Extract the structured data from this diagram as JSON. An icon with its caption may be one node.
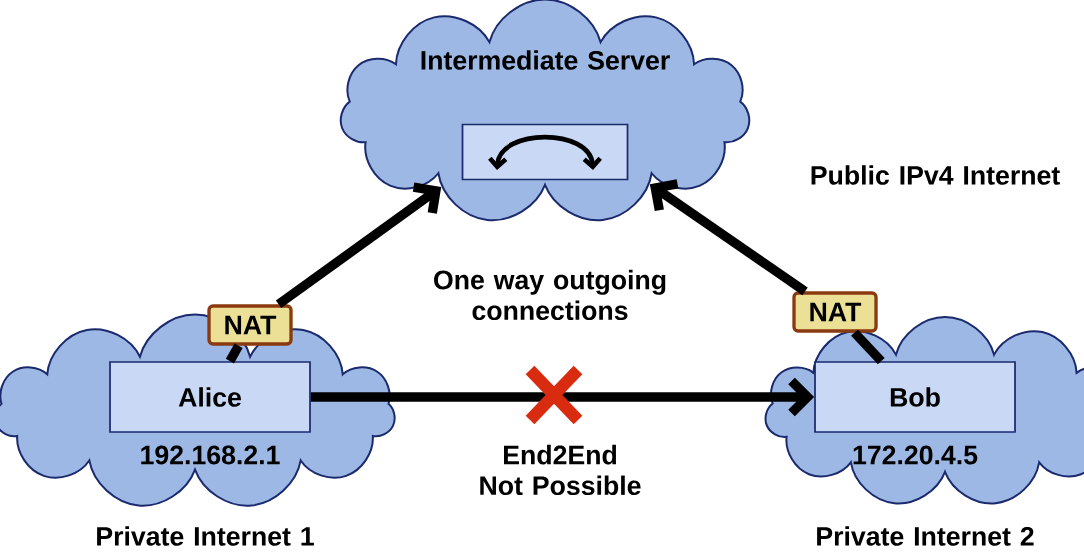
{
  "diagram": {
    "nodes": [
      {
        "text": [
          "Intermediate Server"
        ]
      },
      {
        "text": [],
        "shape": "box",
        "in": 0
      },
      {
        "text": [
          "192.168.2.1",
          "Private Internet 1"
        ]
      },
      {
        "text": [
          "Alice"
        ],
        "in": 2
      },
      {
        "text": [
          "NAT"
        ]
      },
      {
        "text": [
          "172.20.4.5",
          "Private Internet 2"
        ]
      },
      {
        "text": [
          "Bob"
        ],
        "in": 5
      },
      {
        "text": [
          "NAT"
        ]
      }
    ],
    "edges": [
      {
        "from": 3,
        "to": 4,
        "arrow": "none"
      },
      {
        "from": 4,
        "to": 0,
        "arrow": "to"
      },
      {
        "from": 6,
        "to": 7,
        "arrow": "none"
      },
      {
        "from": 7,
        "to": 0,
        "arrow": "to"
      },
      {
        "from": 3,
        "to": 6,
        "arrow": "to",
        "label": "End2End Not Possible"
      }
    ],
    "labels": [
      "Public IPv4 Internet",
      "One way outgoing connections"
    ]
  }
}
